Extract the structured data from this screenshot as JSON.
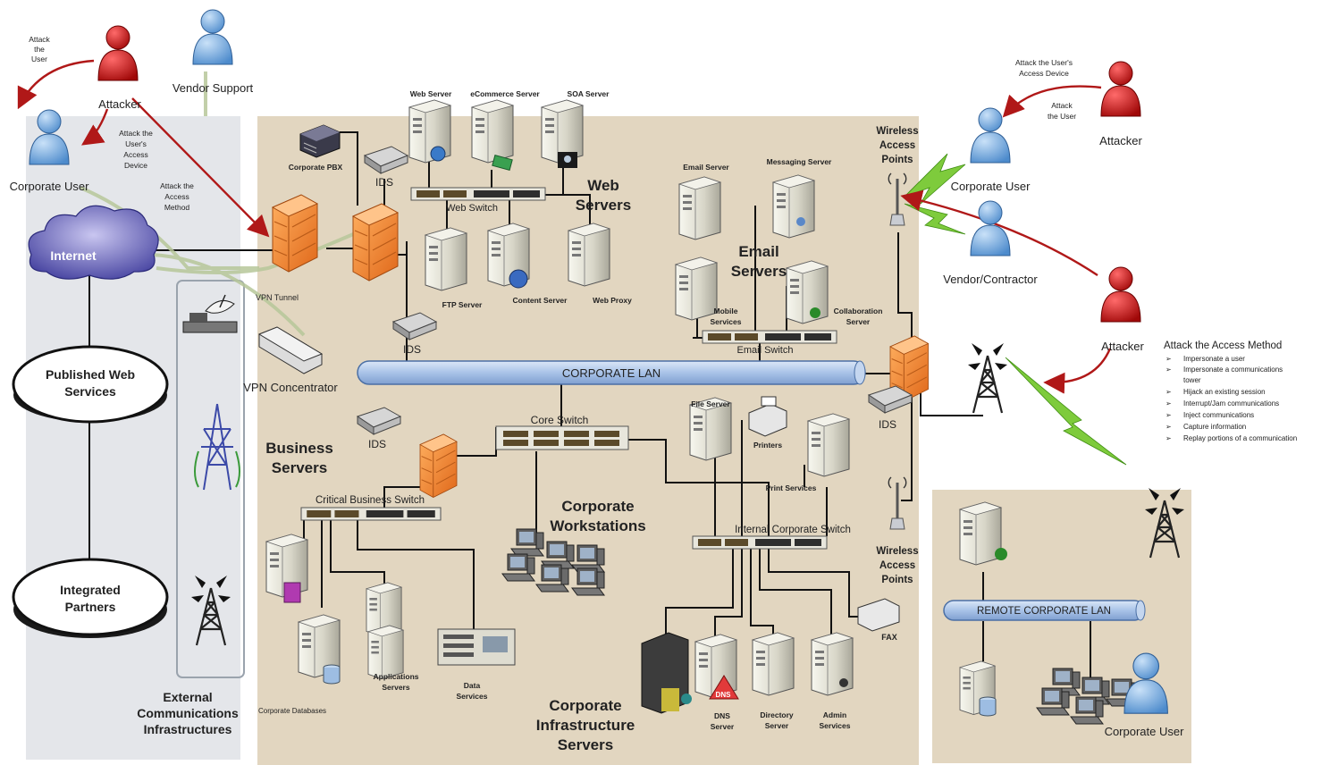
{
  "colors": {
    "zone": "#e2d6c0",
    "left_zone": "#e4e6ea",
    "lan": "#a9c3e8",
    "attacker": "#c81010",
    "user": "#6ea6dc",
    "firewall": "#f08a30",
    "lightning": "#7ecb3c",
    "attack_arrow": "#b01818",
    "tunnel": "#b7c79a"
  },
  "external": {
    "internet": "Internet",
    "published_web_services": [
      "Published Web",
      "Services"
    ],
    "integrated_partners": [
      "Integrated",
      "Partners"
    ],
    "external_comm_label": [
      "External",
      "Communications",
      "Infrastructures"
    ],
    "attacker_label": "Attacker",
    "vendor_support_label": "Vendor Support",
    "corporate_user_label": "Corporate User",
    "attack_user": [
      "Attack",
      "the",
      "User"
    ],
    "attack_device": [
      "Attack the",
      "User's",
      "Access",
      "Device"
    ],
    "attack_method": [
      "Attack the",
      "Access",
      "Method"
    ],
    "vpn_tunnel": "VPN Tunnel",
    "vpn_concentrator": "VPN Concentrator"
  },
  "servers": {
    "corporate_pbx": "Corporate PBX",
    "web_server": "Web Server",
    "ecommerce_server": "eCommerce Server",
    "soa_server": "SOA Server",
    "ftp_server": "FTP Server",
    "content_server": "Content Server",
    "web_proxy": "Web Proxy",
    "web_servers_title": [
      "Web",
      "Servers"
    ],
    "web_switch": "Web Switch",
    "email_server": "Email Server",
    "messaging_server": "Messaging Server",
    "email_servers_title": [
      "Email",
      "Servers"
    ],
    "mobile_services": [
      "Mobile",
      "Services"
    ],
    "collaboration_server": [
      "Collaboration",
      "Server"
    ],
    "email_switch": "Email Switch",
    "ids": "IDS",
    "corporate_lan": "CORPORATE LAN",
    "core_switch": "Core Switch",
    "business_servers_title": [
      "Business",
      "Servers"
    ],
    "critical_switch": "Critical Business Switch",
    "corporate_workstations": [
      "Corporate",
      "Workstations"
    ],
    "file_server": "File Server",
    "printers": "Printers",
    "print_services": "Print Services",
    "internal_switch": "Internal Corporate Switch",
    "applications_servers": [
      "Applications",
      "Servers"
    ],
    "data_services": [
      "Data",
      "Services"
    ],
    "corporate_databases": "Corporate Databases",
    "infrastructure_title": [
      "Corporate",
      "Infrastructure",
      "Servers"
    ],
    "dns_badge": "DNS",
    "dns_server": [
      "DNS",
      "Server"
    ],
    "directory_server": [
      "Directory",
      "Server"
    ],
    "admin_services": [
      "Admin",
      "Services"
    ],
    "fax": "FAX"
  },
  "wireless": {
    "wap_top": [
      "Wireless",
      "Access",
      "Points"
    ],
    "wap_bottom": [
      "Wireless",
      "Access",
      "Points"
    ],
    "corporate_user": "Corporate User",
    "vendor_contractor": "Vendor/Contractor",
    "attacker_label": "Attacker",
    "attack_device": [
      "Attack the User's",
      "Access Device"
    ],
    "attack_user": [
      "Attack",
      "the User"
    ]
  },
  "attack_methods": {
    "title": "Attack the Access Method",
    "items": [
      "Impersonate a user",
      "Impersonate a communications",
      "tower",
      "Hijack an existing session",
      "Interrupt/Jam communications",
      "Inject communications",
      "Capture information",
      "Replay portions of a communication"
    ]
  },
  "remote": {
    "remote_lan": "REMOTE CORPORATE LAN",
    "corporate_user": "Corporate User"
  }
}
